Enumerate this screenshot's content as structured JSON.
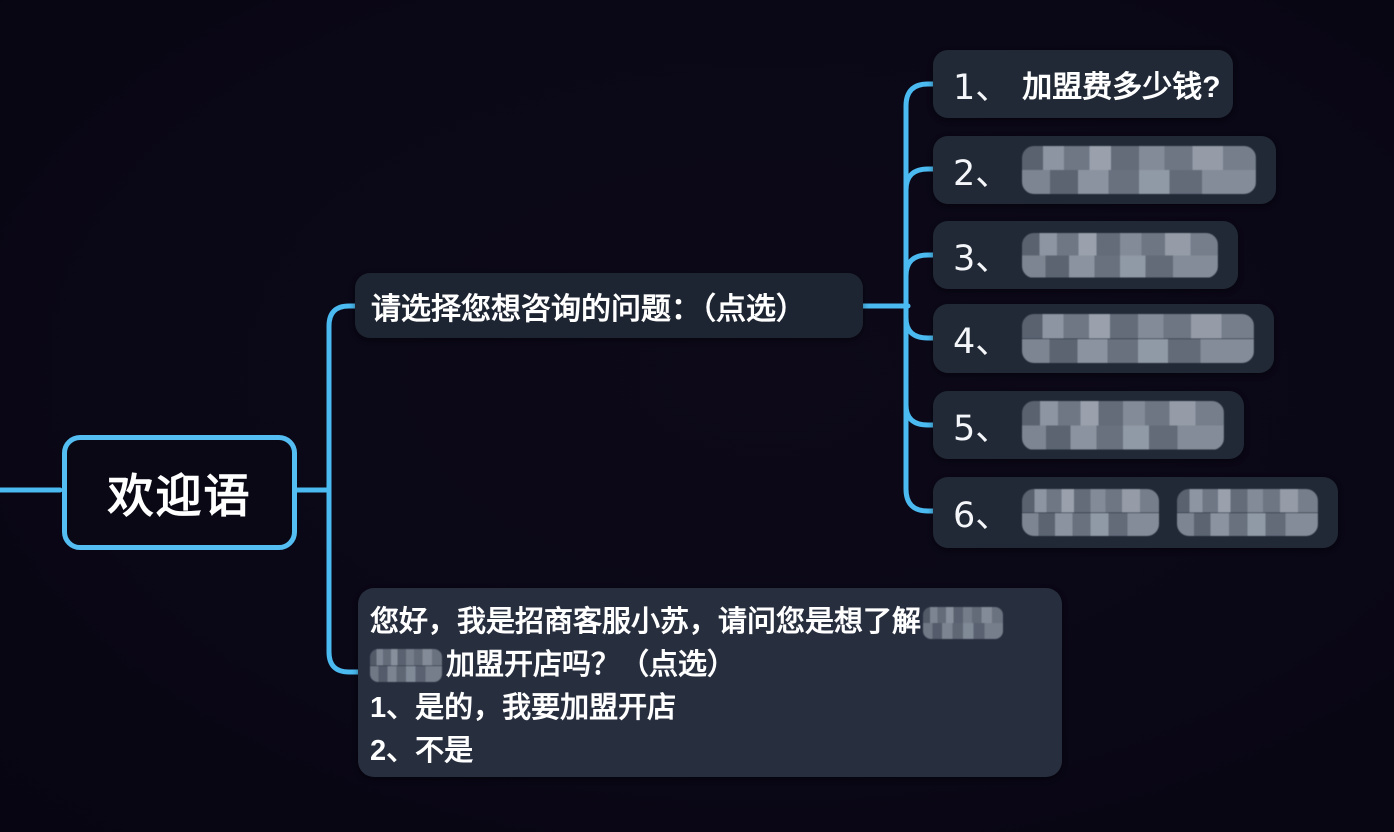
{
  "diagram": {
    "tool": "mind-map chatbot flow",
    "colors": {
      "background": "#0A0716",
      "connector": "#4ABAF0",
      "root_border": "#54BDF1",
      "node_fill": "#212936",
      "question_fill": "#1E2532",
      "welcome_fill": "#272E3E",
      "text": "#FFFFFF",
      "censor_mosaic_gray": "#808897"
    },
    "root": {
      "label": "欢迎语"
    },
    "question": {
      "label": "请选择您想咨询的问题：（点选）"
    },
    "options": [
      {
        "num": "1、",
        "text": "加盟费多少钱?",
        "censored": false
      },
      {
        "num": "2、",
        "text": "",
        "censored": true
      },
      {
        "num": "3、",
        "text": "",
        "censored": true
      },
      {
        "num": "4、",
        "text": "",
        "censored": true
      },
      {
        "num": "5、",
        "text": "",
        "censored": true
      },
      {
        "num": "6、",
        "text": "",
        "censored": true
      }
    ],
    "welcome": {
      "line1": "您好，我是招商客服小苏，请问您是想了解",
      "line1_censored_suffix": true,
      "line2_censored_prefix": true,
      "line2": "加盟开店吗？（点选）",
      "line3": "1、是的，我要加盟开店",
      "line4": "2、不是"
    }
  }
}
